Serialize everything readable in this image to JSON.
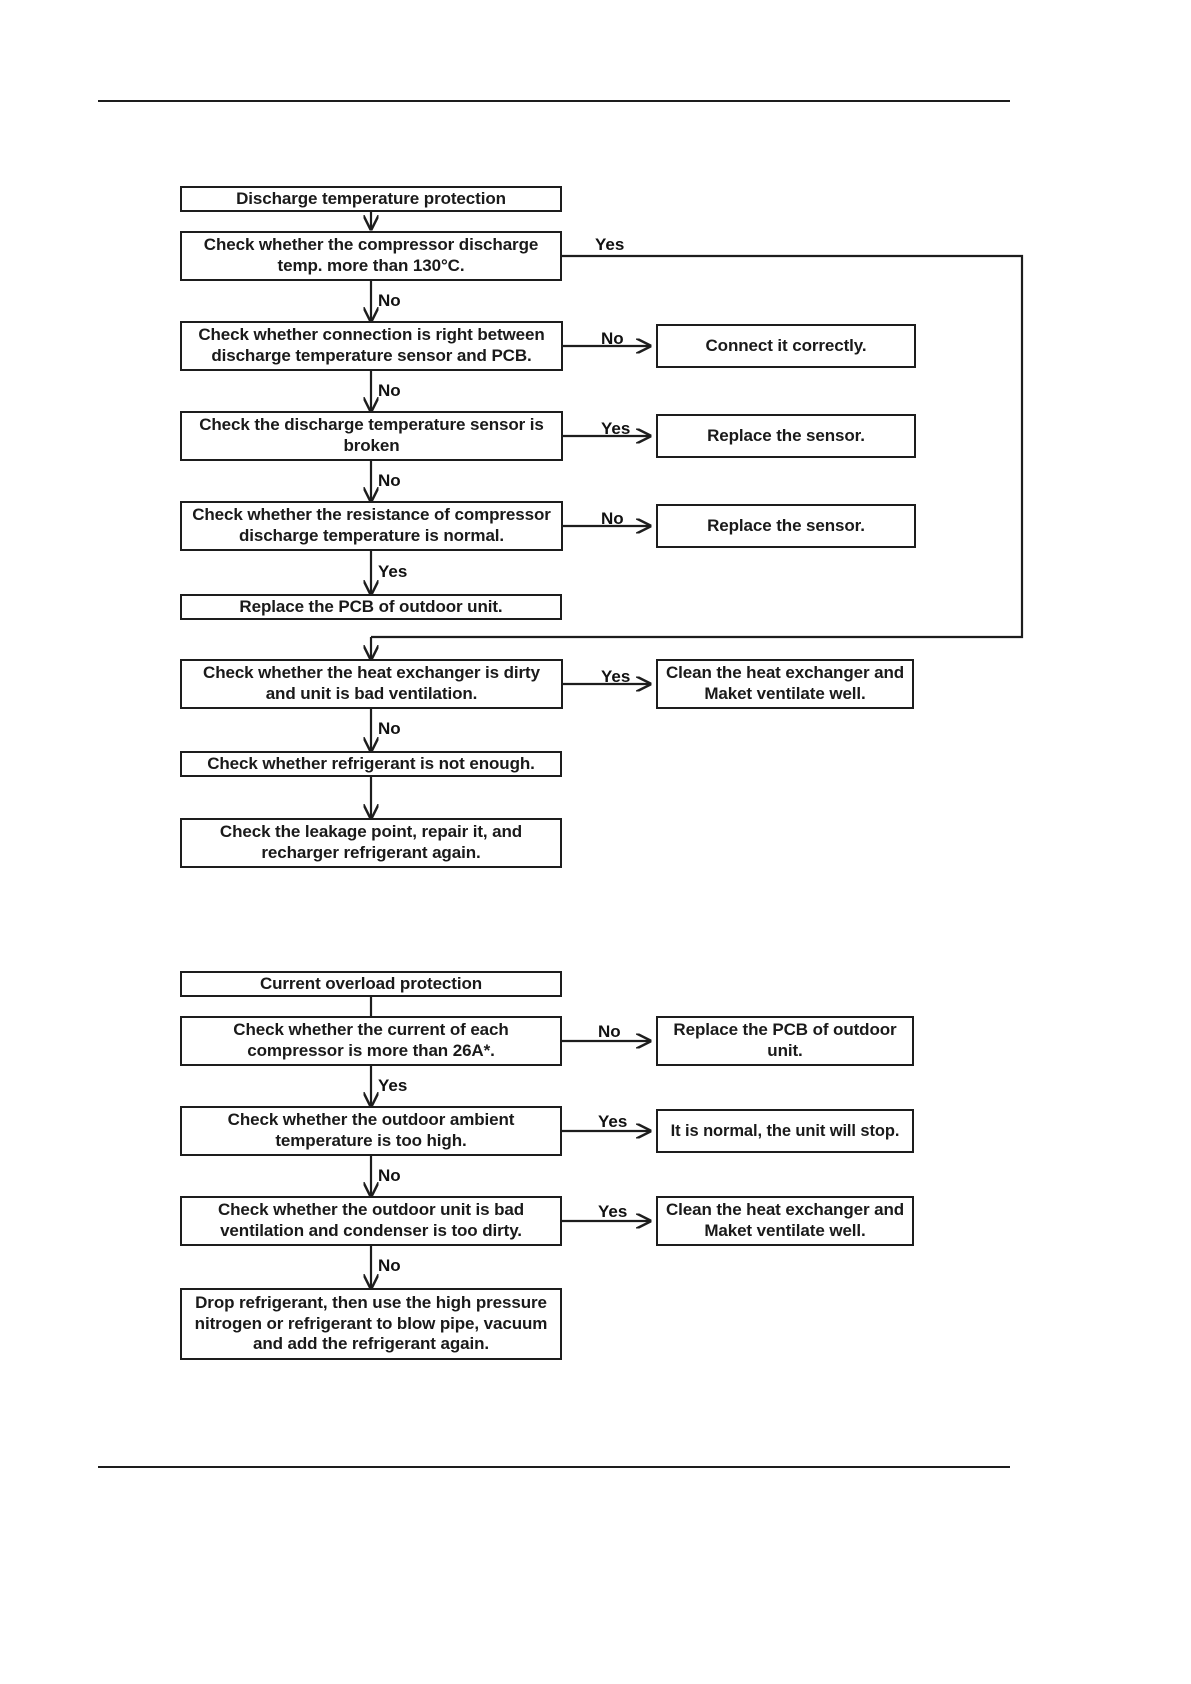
{
  "page": {
    "rules": [
      "header-rule",
      "footer-rule"
    ]
  },
  "charts": [
    {
      "id": "discharge-temperature-protection",
      "title": "Discharge temperature protection",
      "nodes": [
        {
          "key": "start",
          "text": "Discharge temperature protection"
        },
        {
          "key": "check_temp",
          "text": "Check whether the compressor discharge temp. more than 130°C."
        },
        {
          "key": "check_conn",
          "text": "Check whether connection is right between discharge temperature sensor and PCB."
        },
        {
          "key": "connect_ok",
          "text": "Connect it correctly."
        },
        {
          "key": "check_broken",
          "text": "Check the discharge temperature sensor is broken"
        },
        {
          "key": "replace_s1",
          "text": "Replace the sensor."
        },
        {
          "key": "check_res",
          "text": "Check whether the resistance of compressor discharge temperature is normal."
        },
        {
          "key": "replace_s2",
          "text": "Replace the sensor."
        },
        {
          "key": "replace_pcb",
          "text": "Replace the PCB of outdoor unit."
        },
        {
          "key": "check_hx",
          "text": "Check whether the heat exchanger is dirty and unit is bad ventilation."
        },
        {
          "key": "clean_hx",
          "text": "Clean the heat exchanger and Maket ventilate well."
        },
        {
          "key": "check_ref",
          "text": "Check whether refrigerant is not enough."
        },
        {
          "key": "leak_fix",
          "text": "Check the leakage point, repair it, and recharger refrigerant again."
        }
      ],
      "edge_labels": {
        "temp_yes": "Yes",
        "temp_no": "No",
        "conn_no_r": "No",
        "conn_no_d": "No",
        "broken_yes": "Yes",
        "broken_no": "No",
        "res_no": "No",
        "res_yes": "Yes",
        "hx_yes": "Yes",
        "hx_no": "No"
      }
    },
    {
      "id": "current-overload-protection",
      "title": "Current overload protection",
      "nodes": [
        {
          "key": "start2",
          "text": "Current overload protection"
        },
        {
          "key": "check_current",
          "text": "Check whether the current of each compressor is more than 26A*."
        },
        {
          "key": "replace_pcb2",
          "text": "Replace the PCB of outdoor unit."
        },
        {
          "key": "check_amb",
          "text": "Check whether the outdoor ambient temperature is too high."
        },
        {
          "key": "normal_stop",
          "text": "It is normal, the unit will stop."
        },
        {
          "key": "check_vent",
          "text": "Check whether the outdoor unit is bad ventilation and condenser is too dirty."
        },
        {
          "key": "clean_hx2",
          "text": "Clean the heat exchanger and Maket ventilate well."
        },
        {
          "key": "drop_ref",
          "text": "Drop refrigerant, then use the high pressure nitrogen or refrigerant to blow pipe, vacuum and add the refrigerant again."
        }
      ],
      "edge_labels": {
        "current_no": "No",
        "current_yes": "Yes",
        "amb_yes": "Yes",
        "amb_no": "No",
        "vent_yes": "Yes",
        "vent_no": "No"
      }
    }
  ],
  "colors": {
    "line": "#1d1d1d",
    "text": "#1a1a1a",
    "background": "#ffffff"
  }
}
